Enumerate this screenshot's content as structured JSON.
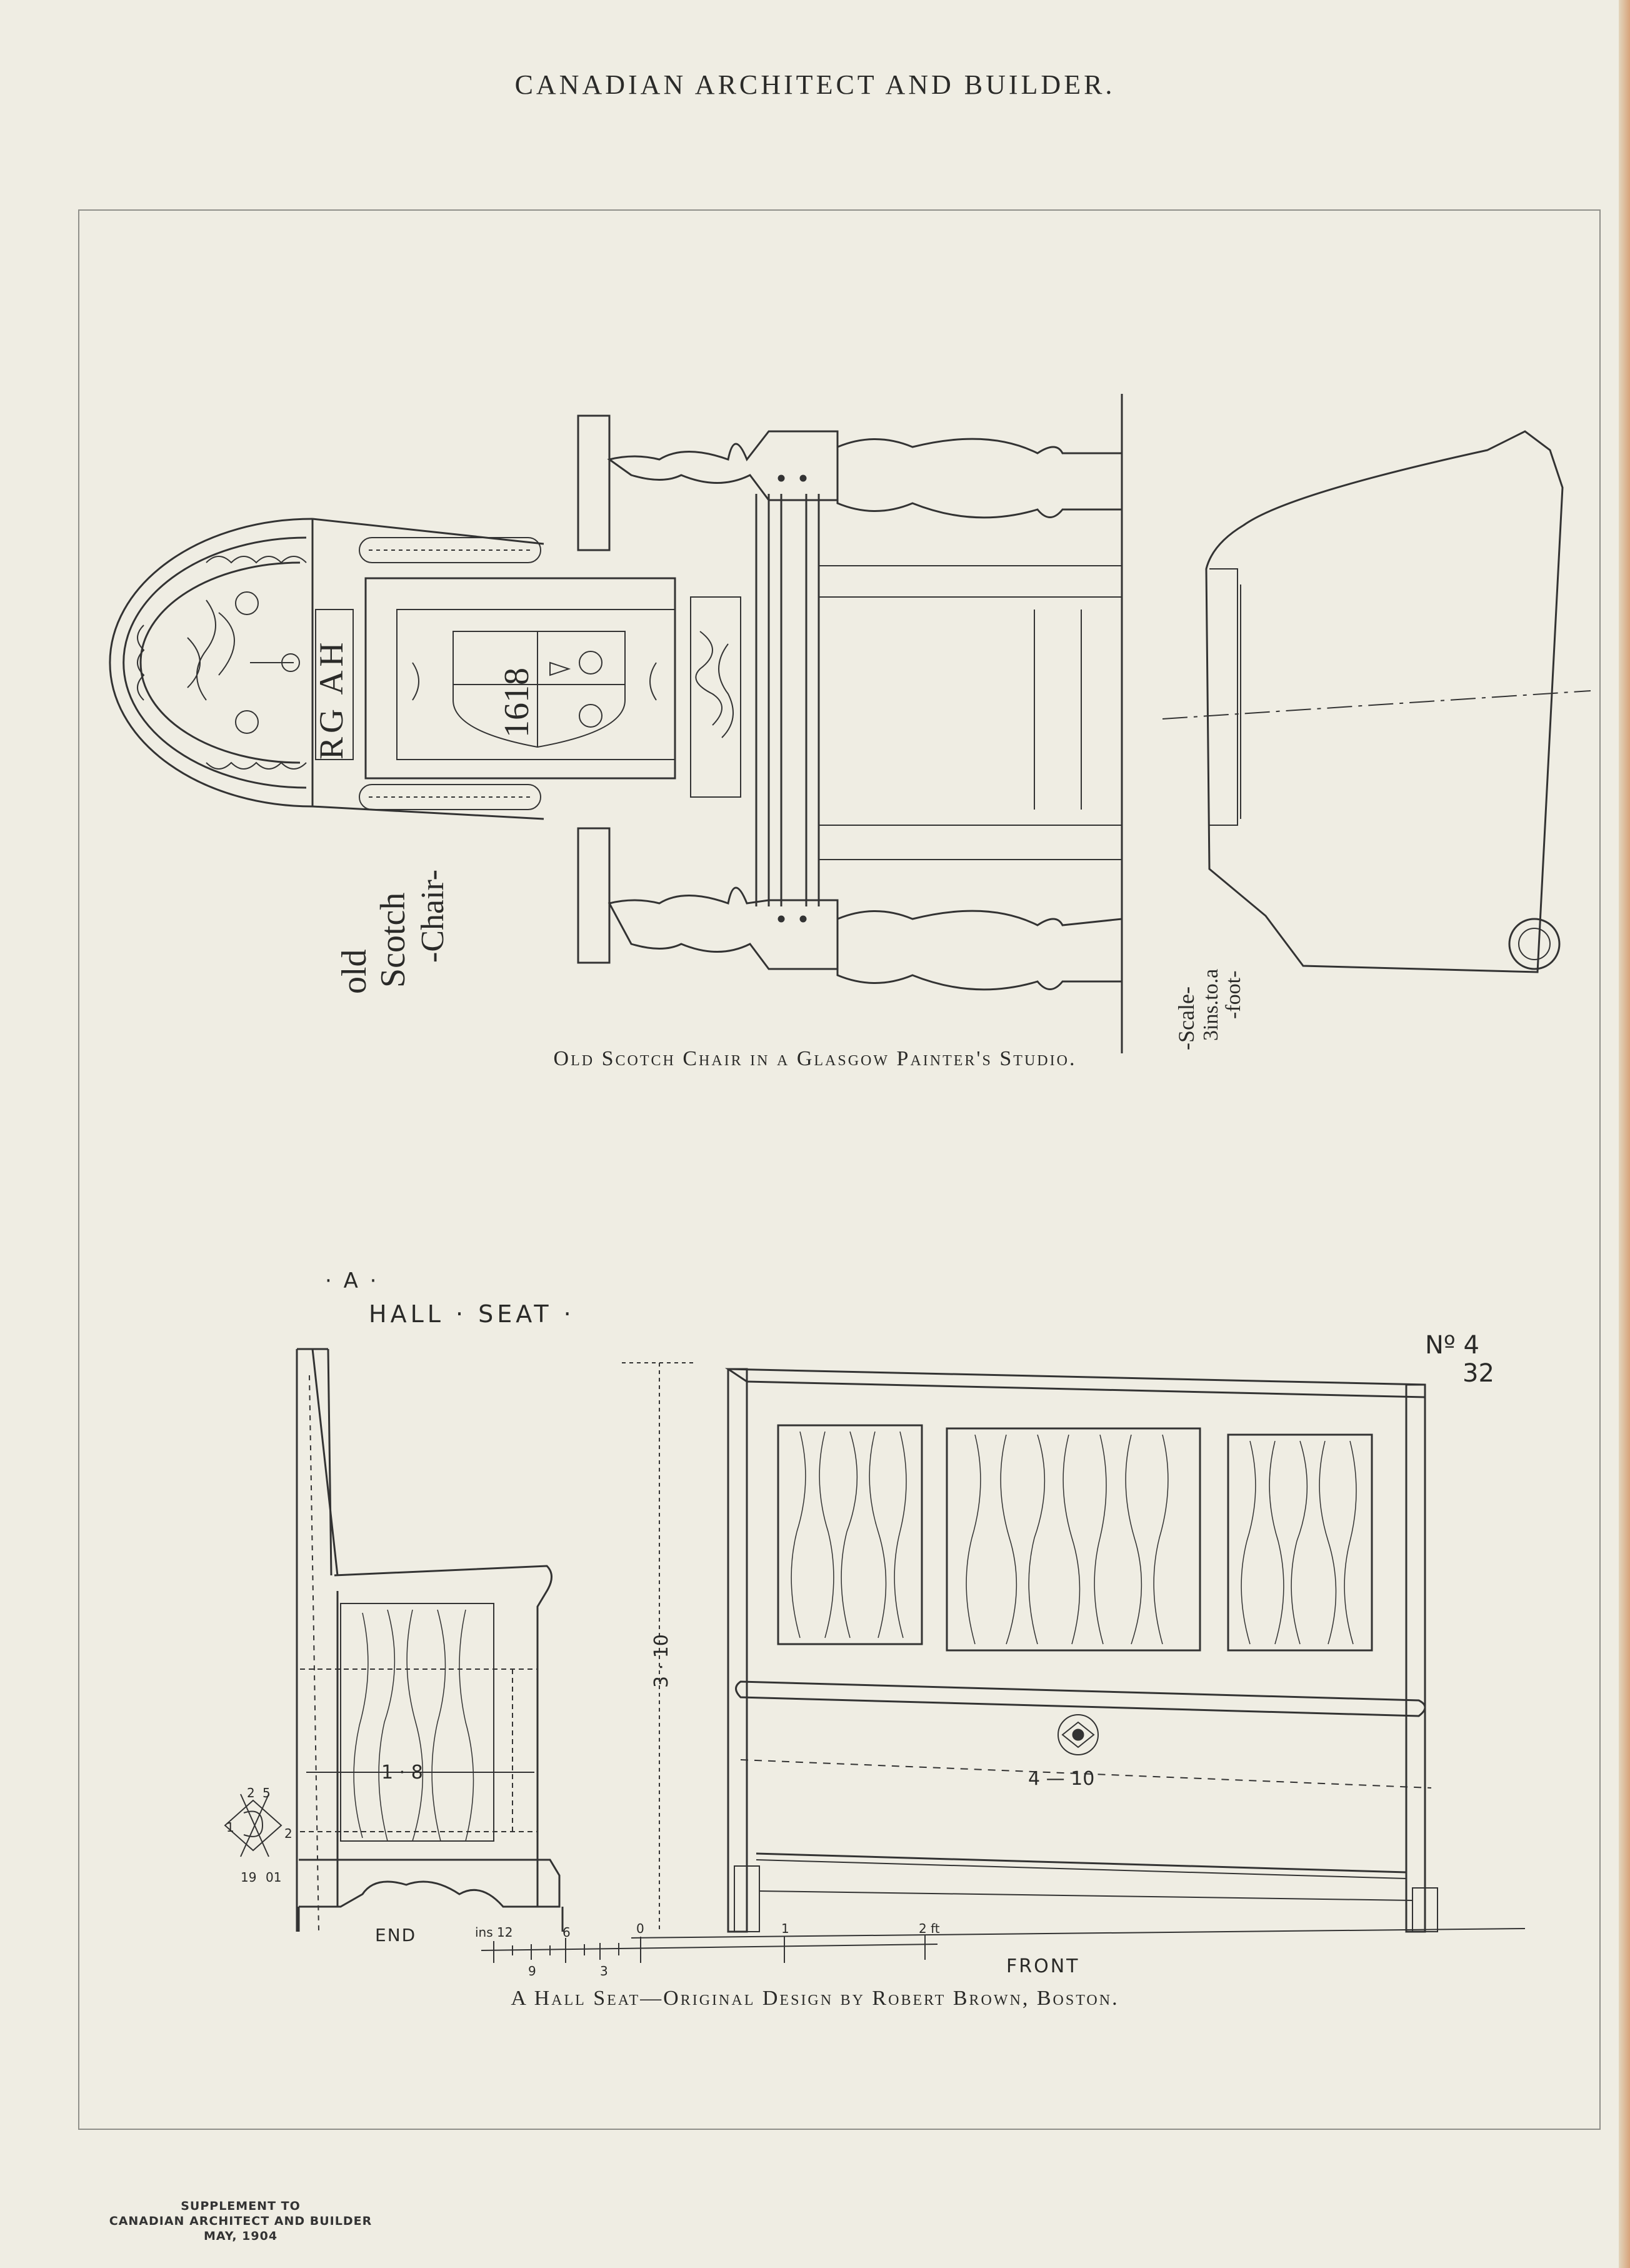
{
  "header": {
    "title": "CANADIAN ARCHITECT AND BUILDER."
  },
  "chair_drawing": {
    "title_lines": [
      "old",
      "Scotch",
      "-Chair-"
    ],
    "monogram": "RG AH",
    "date_carving": "1618",
    "scale_lines": [
      "-Scale-",
      "3ins.to.a",
      "-foot-"
    ],
    "caption": "Old Scotch Chair in a Glasgow Painter's Studio."
  },
  "hall_seat_drawing": {
    "title": "HALL · SEAT ·",
    "title_prefix": "· A ·",
    "plate_number": "Nº 4",
    "plate_sub": "32",
    "end_label": "END",
    "front_label": "FRONT",
    "dimensions": {
      "end_depth": "1 · 8",
      "height": "3 · 10",
      "front_length": "4 — 10"
    },
    "scale_bar": {
      "labels": [
        "ins 12",
        "9",
        "6",
        "3",
        "0",
        "1",
        "2 ft"
      ]
    },
    "monogram": {
      "numbers": [
        "2",
        "5",
        "1",
        "2",
        "19",
        "01"
      ]
    },
    "caption": "A Hall Seat—Original Design by Robert Brown, Boston."
  },
  "footer": {
    "lines": [
      "SUPPLEMENT TO",
      "CANADIAN ARCHITECT AND BUILDER",
      "MAY, 1904"
    ]
  }
}
